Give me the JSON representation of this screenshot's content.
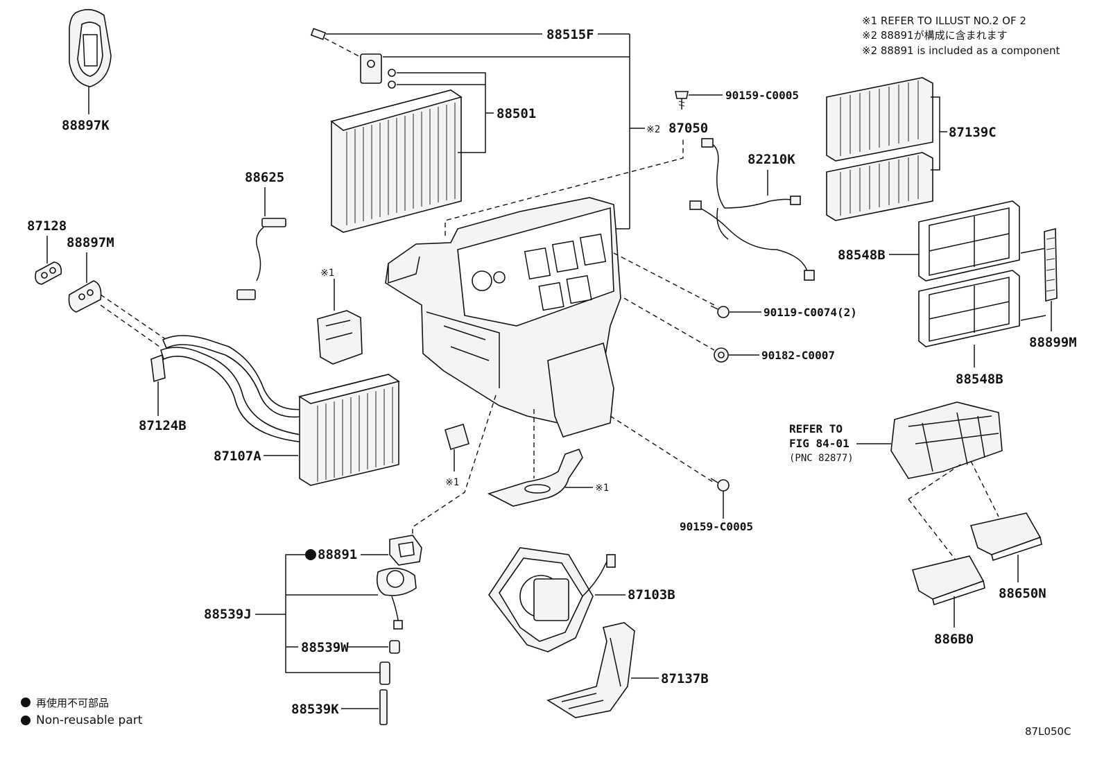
{
  "notes": {
    "note1": "※1 REFER TO ILLUST NO.2 OF 2",
    "note2_jp": "※2 88891が構成に含まれます",
    "note2_en": "※2 88891 is included as a component"
  },
  "legend": {
    "jp": "再使用不可部品",
    "en": "Non-reusable part"
  },
  "figure_id": "87L050C",
  "parts": {
    "p88897K": "88897K",
    "p88515F": "88515F",
    "p88501": "88501",
    "p88625": "88625",
    "p87128": "87128",
    "p88897M": "88897M",
    "p87124B": "87124B",
    "p87107A": "87107A",
    "p90159_top": "90159-C0005",
    "p87050": "87050",
    "p82210K": "82210K",
    "p87139C": "87139C",
    "p88548B_top": "88548B",
    "p88548B_bot": "88548B",
    "p88899M": "88899M",
    "p90119": "90119-C0074(2)",
    "p90182": "90182-C0007",
    "p90159_bot": "90159-C0005",
    "p88891": "88891",
    "p88539J": "88539J",
    "p88539W": "88539W",
    "p88539K": "88539K",
    "p87103B": "87103B",
    "p87137B": "87137B",
    "p88650N": "88650N",
    "p886B0": "886B0"
  },
  "refs": {
    "r1_a": "※1",
    "r1_b": "※1",
    "r1_c": "※1",
    "r2": "※2"
  },
  "refer": {
    "line1": "REFER TO",
    "line2": "FIG 84-01",
    "line3": "(PNC 82877)"
  }
}
